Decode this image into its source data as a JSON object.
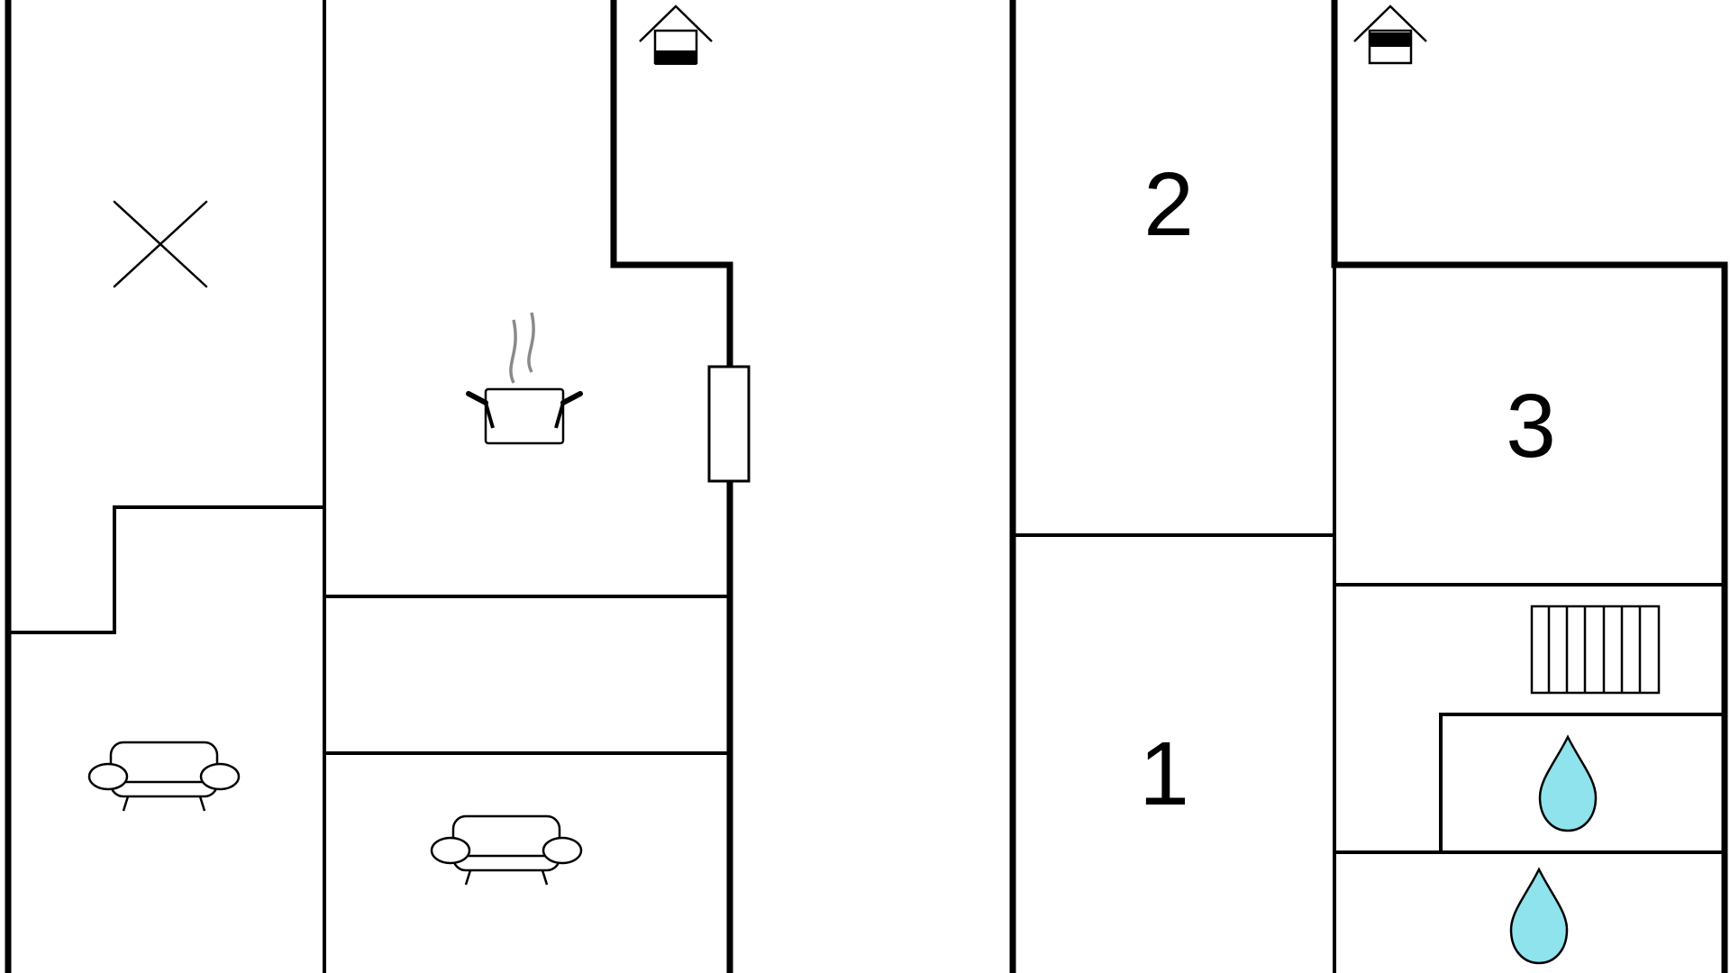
{
  "floor_plan": {
    "rooms": [
      {
        "number": "1"
      },
      {
        "number": "2"
      },
      {
        "number": "3"
      }
    ],
    "icons": [
      "cross-mark-icon",
      "cooking-pot-icon",
      "sofa-icon",
      "sofa-icon",
      "entrance-house-icon",
      "entrance-house-icon",
      "radiator-icon",
      "water-drop-icon",
      "water-drop-icon"
    ],
    "colors": {
      "walls": "#000000",
      "background": "#ffffff",
      "water": "#8fe3ec",
      "steam": "#8a8a8a"
    }
  }
}
